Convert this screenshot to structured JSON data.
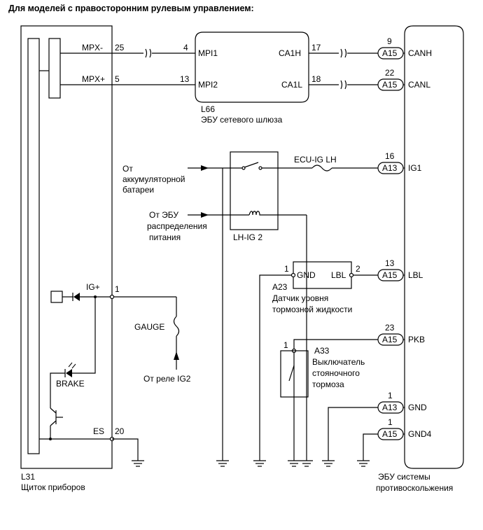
{
  "title": "Для моделей с правосторонним рулевым управлением:",
  "instrument_cluster": {
    "code": "L31",
    "name": "Щиток приборов",
    "mpx_minus": "MPX-",
    "mpx_plus": "MPX+",
    "pin_mpx_minus": "25",
    "pin_mpx_plus": "5",
    "ig_plus": "IG+",
    "pin_ig": "1",
    "brake": "BRAKE",
    "es": "ES",
    "pin_es": "20"
  },
  "gateway": {
    "code": "L66",
    "name": "ЭБУ сетевого шлюза",
    "mpi1": "MPI1",
    "mpi2": "MPI2",
    "pin_mpi1": "4",
    "pin_mpi2": "13",
    "ca1h": "CA1H",
    "ca1l": "CA1L",
    "pin_ca1h": "17",
    "pin_ca1l": "18"
  },
  "relay": {
    "name": "LH-IG 2",
    "fuse": "ECU-IG LH",
    "battery_label": [
      "От",
      "аккумуляторной",
      "батареи"
    ],
    "ecu_label": [
      "От ЭБУ",
      "распределения",
      "питания"
    ]
  },
  "gauge": {
    "name": "GAUGE",
    "from": "От реле IG2"
  },
  "brake_fluid_sensor": {
    "code": "A23",
    "name": [
      "Датчик уровня",
      "тормозной жидкости"
    ],
    "gnd": "GND",
    "lbl": "LBL",
    "pin_gnd": "1",
    "pin_lbl": "2"
  },
  "parking_switch": {
    "code": "A33",
    "name": [
      "Выключатель",
      "стояночного",
      "тормоза"
    ],
    "pin": "1"
  },
  "skid_ecu": {
    "name": [
      "ЭБУ системы",
      "противоскольжения"
    ],
    "connectors": [
      {
        "pin": "9",
        "conn": "A15",
        "label": "CANH"
      },
      {
        "pin": "22",
        "conn": "A15",
        "label": "CANL"
      },
      {
        "pin": "16",
        "conn": "A13",
        "label": "IG1"
      },
      {
        "pin": "13",
        "conn": "A15",
        "label": "LBL"
      },
      {
        "pin": "23",
        "conn": "A15",
        "label": "PKB"
      },
      {
        "pin": "1",
        "conn": "A13",
        "label": "GND"
      },
      {
        "pin": "1",
        "conn": "A15",
        "label": "GND4"
      }
    ]
  }
}
